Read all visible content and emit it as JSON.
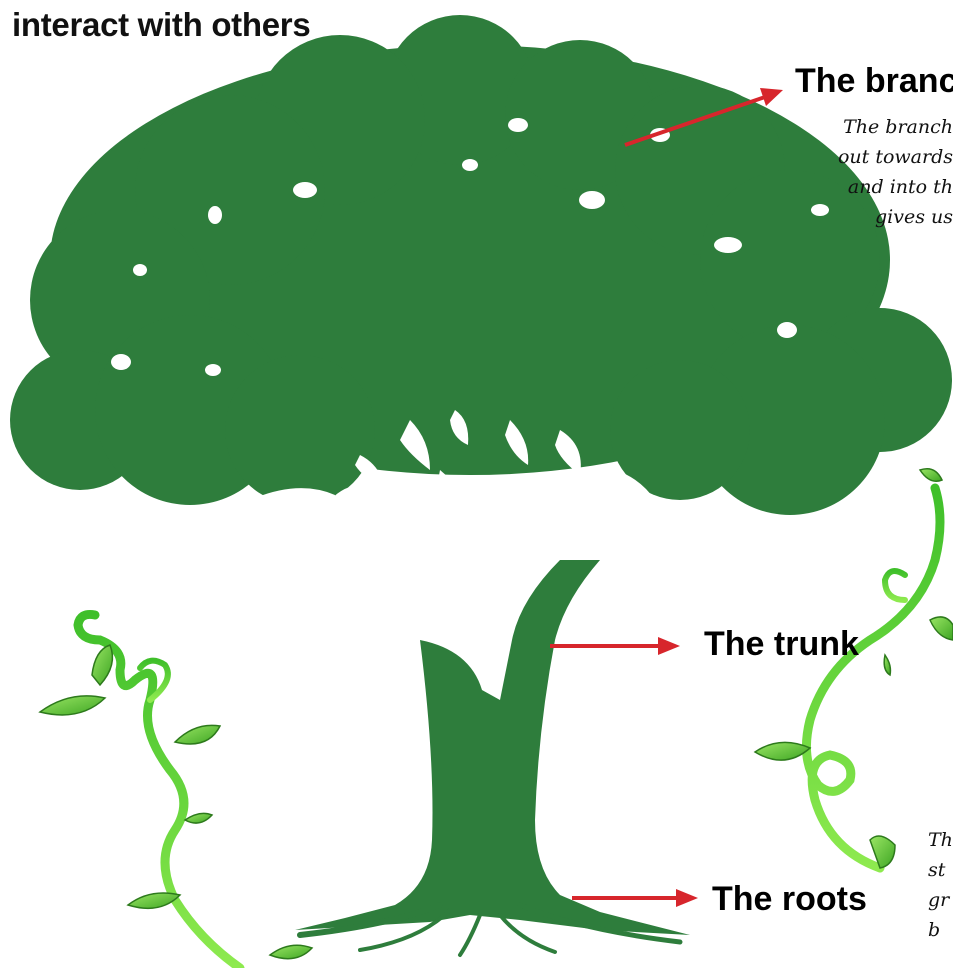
{
  "heading": "interact with others",
  "labels": {
    "branches": "The branc",
    "trunk": "The trunk",
    "roots": "The roots"
  },
  "branches_note": [
    "The branch",
    "out towards",
    "and into th",
    "gives us"
  ],
  "roots_note": [
    "Th",
    "st",
    "gr",
    "b"
  ],
  "colors": {
    "tree": "#2e7d3c",
    "arrow": "#d7262c",
    "vine": "#5fd13a",
    "leaf": "#6ccf3c"
  },
  "icons": [
    "tree-icon",
    "vine-icon",
    "leaf-icon",
    "arrow-icon"
  ]
}
